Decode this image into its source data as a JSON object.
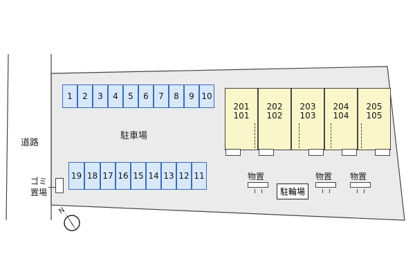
{
  "labels": {
    "road": "道路",
    "parking": "駐車場",
    "garbage_line1": "ゴミ",
    "garbage_line2": "置場",
    "bicycle_parking": "駐輪場",
    "storage": "物置",
    "north": "N"
  },
  "parking_top_row": [
    "1",
    "2",
    "3",
    "4",
    "5",
    "6",
    "7",
    "8",
    "9",
    "10"
  ],
  "parking_bottom_row": [
    "19",
    "18",
    "17",
    "16",
    "15",
    "14",
    "13",
    "12",
    "11"
  ],
  "units": [
    {
      "upper": "201",
      "lower": "101"
    },
    {
      "upper": "202",
      "lower": "102"
    },
    {
      "upper": "203",
      "lower": "103"
    },
    {
      "upper": "204",
      "lower": "104"
    },
    {
      "upper": "205",
      "lower": "105"
    }
  ],
  "colors": {
    "lot": "#eaeaea",
    "parking_slot": "#d7e8fb",
    "parking_border": "#3a6bb5",
    "building": "#fbf6c9"
  }
}
